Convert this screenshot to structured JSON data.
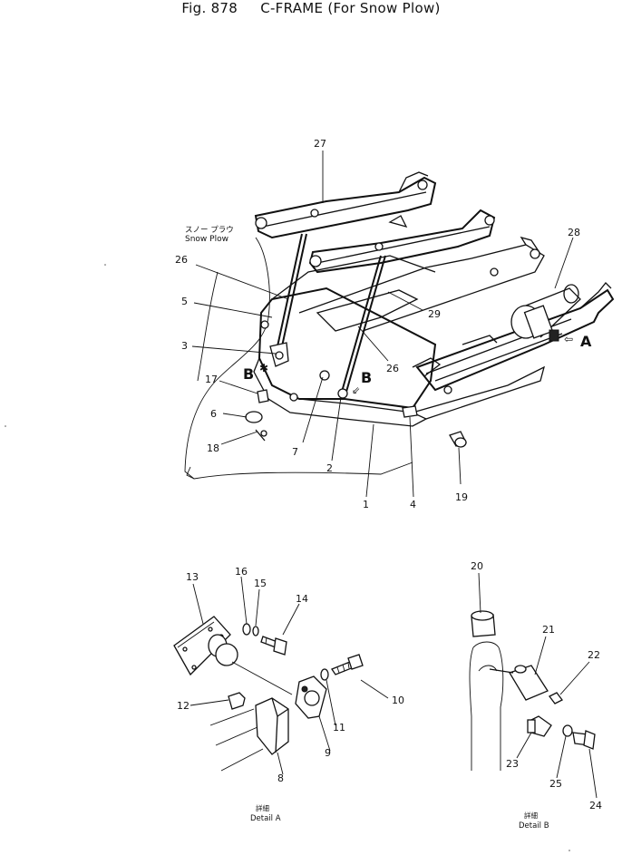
{
  "title": {
    "fig": "Fig. 878",
    "name": "C-FRAME (For Snow Plow)"
  },
  "snow_plow_jp": "スノー プラウ",
  "snow_plow_en": "Snow Plow",
  "markers": {
    "a": "A",
    "b": "B"
  },
  "detail_a": {
    "jp": "詳細",
    "en": "Detail A"
  },
  "detail_b": {
    "jp": "詳細",
    "en": "Detail B"
  },
  "callouts": {
    "c1": "1",
    "c2": "2",
    "c3": "3",
    "c4": "4",
    "c5": "5",
    "c6": "6",
    "c7": "7",
    "c8": "8",
    "c9": "9",
    "c10": "10",
    "c11": "11",
    "c12": "12",
    "c13": "13",
    "c14": "14",
    "c15": "15",
    "c16": "16",
    "c17": "17",
    "c18": "18",
    "c19": "19",
    "c20": "20",
    "c21": "21",
    "c22": "22",
    "c23": "23",
    "c24": "24",
    "c25": "25",
    "c26a": "26",
    "c26b": "26",
    "c27": "27",
    "c28": "28",
    "c29": "29"
  },
  "colors": {
    "ink": "#111111",
    "paper": "#ffffff"
  }
}
